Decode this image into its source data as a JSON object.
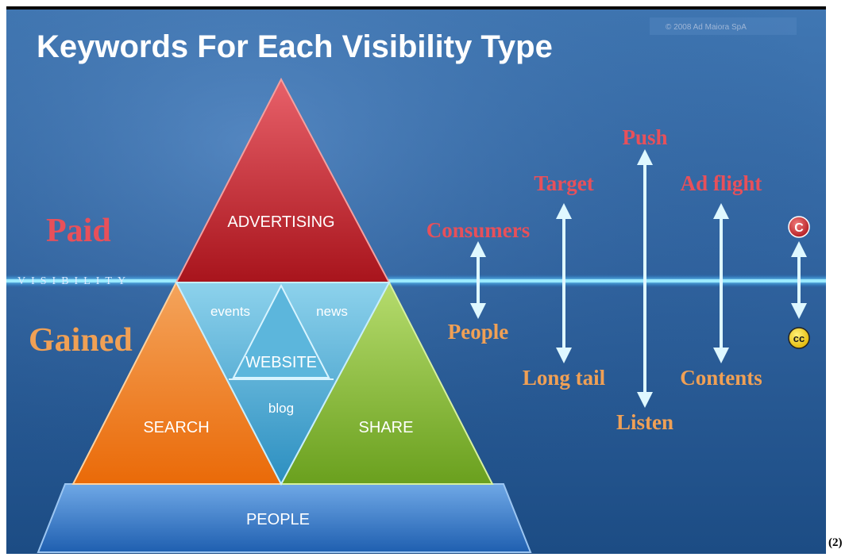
{
  "title": "Keywords For Each Visibility Type",
  "copyright": "© 2008 Ad Maiora SpA",
  "visibility_label": "VISIBILITY",
  "left_labels": {
    "paid": "Paid",
    "gained": "Gained"
  },
  "pyramid": {
    "top": "ADVERTISING",
    "center": "WEBSITE",
    "left": "SEARCH",
    "right": "SHARE",
    "base": "PEOPLE",
    "events": "events",
    "news": "news",
    "blog": "blog"
  },
  "keyword_pairs": [
    {
      "top": "Consumers",
      "bottom": "People"
    },
    {
      "top": "Target",
      "bottom": "Long tail"
    },
    {
      "top": "Push",
      "bottom": "Listen"
    },
    {
      "top": "Ad flight",
      "bottom": "Contents"
    }
  ],
  "badges": {
    "top": "C",
    "bottom": "cc"
  },
  "footnote": "(2)",
  "colors": {
    "background_top": "#3a72ad",
    "background_bottom": "#1d4f86",
    "paid_text": "#e8505a",
    "gained_text": "#f0a055",
    "keyword_top": "#e8505a",
    "keyword_bottom": "#f0a055",
    "visibility_line": "#3dc3ff",
    "advertising": "#c8242c",
    "search": "#f07a14",
    "share": "#86b832",
    "website": "#3aa6d0",
    "base": "#2f78c8"
  }
}
